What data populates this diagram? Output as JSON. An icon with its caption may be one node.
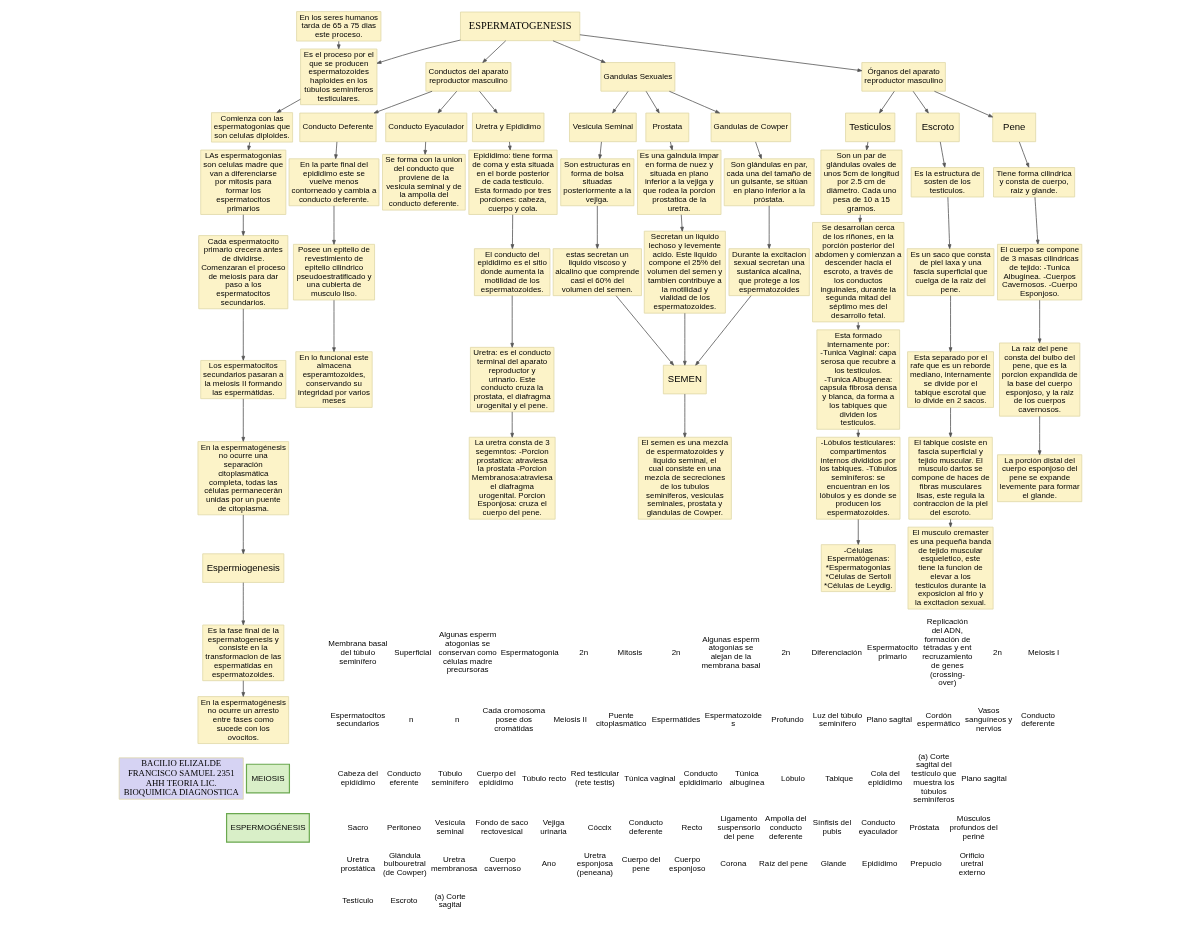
{
  "diagram": {
    "nodes": [
      {
        "text": [
          "ESPERMATOGENESIS"
        ]
      },
      {
        "text": [
          "Es el proceso por el que se producen espermatozoides haploides en los túbulos seminíferos testiculares."
        ]
      },
      {
        "text": [
          "En los seres humanos tarda de 65 a 75 dias este proceso."
        ]
      },
      {
        "text": [
          "Comienza con las espermatogonias que son celulas diploides."
        ]
      },
      {
        "text": [
          "LAs espermatogonias son celulas madre que van a diferenciarse por mitosis para formar los espermatocitos primarios"
        ]
      },
      {
        "text": [
          "Cada espermatocito primario crecera antes de dividirse. Comenzaran el proceso de meiosis para dar paso a los espermatocitos secundarios."
        ]
      },
      {
        "text": [
          "Los espermatocitos secundarios pasaran a la meiosis II formando las espermátidas."
        ]
      },
      {
        "text": [
          "En la espermatogénesis no ocurre una separación citoplasmática completa, todas las células permanecerán unidas por un puente de citoplasma."
        ]
      },
      {
        "text": [
          "Espermiogenesis"
        ]
      },
      {
        "text": [
          "Es la fase final de la espermatogenesis y consiste en la transformacion de las espermatidas en espermatozoides."
        ]
      },
      {
        "text": [
          "En la espermatogénesis no ocurre un arresto entre fases como sucede con los ovocitos."
        ]
      },
      {
        "text": [
          "Conductos del aparato reproductor masculino"
        ]
      },
      {
        "text": [
          "Conducto Deferente"
        ]
      },
      {
        "text": [
          "Conducto Eyaculador"
        ]
      },
      {
        "text": [
          "Uretra y Epididimo"
        ]
      },
      {
        "text": [
          "En la parte final del epididimo este se vuelve menos contorneado y cambia a conducto deferente."
        ]
      },
      {
        "text": [
          "Posee un epitelio de revestimiento de epitelio cilindrico pseudoestratificado y una cubierta de musculo liso."
        ]
      },
      {
        "text": [
          "En lo funcional este almacena esperamtozoides, conservando su integridad por varios meses"
        ]
      },
      {
        "text": [
          "Se forma con la union del conducto que proviene de la vesicula seminal y de la ampolla del conducto deferente."
        ]
      },
      {
        "text": [
          "Epididimo: tiene forma de coma y esta situada en el borde posterior de cada testiculo. Esta formado por tres porciones: cabeza, cuerpo y cola."
        ]
      },
      {
        "text": [
          "El conducto del epididimo es el sitio donde aumenta la motilidad de los espermatozoides."
        ]
      },
      {
        "text": [
          "Uretra: es el conducto terminal del aparato reproductor y urinario. Este conducto cruza la prostata, el diafragma urogenital y el pene."
        ]
      },
      {
        "text": [
          "La uretra consta de 3 segemntos: -Porcion prostatica: atraviesa la prostata -Porcion Membranosa:atraviesa el diafragma urogenital. Porcion Esponjosa: cruza el cuerpo del pene."
        ]
      },
      {
        "text": [
          "Gandulas Sexuales"
        ]
      },
      {
        "text": [
          "Vesicula Seminal"
        ]
      },
      {
        "text": [
          "Prostata"
        ]
      },
      {
        "text": [
          "Gandulas de Cowper"
        ]
      },
      {
        "text": [
          "Son estructuras en forma de bolsa situadas posteriormente a la vejiga."
        ]
      },
      {
        "text": [
          "estas secretan un liquido viscoso y alcalino que comprende casi el 60% del volumen del semen."
        ]
      },
      {
        "text": [
          "Es una galndula impar en forma de nuez y situada en plano inferior a la vejiga y que rodea la porcion prostatica de la uretra."
        ]
      },
      {
        "text": [
          "Secretan un liquido lechoso y levemente acido. Este liquido compone el 25% del volumen del semen y tambien contribuye a la motilidad y vialidad de los espermatozoides."
        ]
      },
      {
        "text": [
          "Son glándulas en par, cada una del tamaño de un guisante, se sitúan en plano inferior a la próstata."
        ]
      },
      {
        "text": [
          "Durante la excitacion sexual secretan una sustanica alcalina, que protege a los espermatozoides"
        ]
      },
      {
        "text": [
          "SEMEN"
        ]
      },
      {
        "text": [
          "El semen es una mezcla de espermatozoides y liquido seminal, el cual consiste en una mezcla de secreciones de los tubulos seminiferos, vesiculas seminales, prostata y glandulas de Cowper."
        ]
      },
      {
        "text": [
          "Órganos del aparato reproductor masculino"
        ]
      },
      {
        "text": [
          "Testiculos"
        ]
      },
      {
        "text": [
          "Escroto"
        ]
      },
      {
        "text": [
          "Pene"
        ]
      },
      {
        "text": [
          "Son un par de glándulas ovales de unos 5cm de longitud por 2.5 cm de diámetro. Cada uno pesa de 10 a 15 gramos."
        ]
      },
      {
        "text": [
          "Se desarrollan cerca de los riñones, en la porción posterior del abdomen y comienzan a descender hacia el escroto, a través de los conductos inguinales, durante la segunda mitad del séptimo mes del desarrollo fetal."
        ]
      },
      {
        "text": [
          "Esta formado internamente por:",
          "-Tunica Vaginal: capa serosa que recubre a los testiculos. -Tunica Albugenea: capsula fibrosa densa y blanca, da forma a los tabiques que dividen los testiculos."
        ]
      },
      {
        "text": [
          "-Lóbulos testiculares: compartimentos internos divididos por los tabiques. -Túbulos seminíferos: se encuentran en los lóbulos y es donde se producen los espermatozoides."
        ]
      },
      {
        "text": [
          "-Células Espermatógenas: *Espermatogonias *Células de Sertoli *Células de Leydig."
        ]
      },
      {
        "text": [
          "Es la estructura de sosten de los testiculos."
        ]
      },
      {
        "text": [
          "Es un saco que consta de piel laxa y una fascia superficial que cuelga de la raiz del pene."
        ]
      },
      {
        "text": [
          "Esta separado por el rafe que es un reborde mediano, internamente se divide por el tabique escrotal que lo divide en 2 sacos."
        ]
      },
      {
        "text": [
          "El tabique cosiste en fascia superficial y tejido muscular. El musculo dartos se compone de haces de fibras musculares lisas, este regula la contraccion de la piel del escroto."
        ]
      },
      {
        "text": [
          "El musculo cremaster es una pequeña banda de tejido muscular esqueletico, este tiene la funcion de elevar a los testiculos durante la exposicion al frio y la excitacion sexual."
        ]
      },
      {
        "text": [
          "Tiene forma cilindrica y consta de cuerpo, raiz y glande."
        ]
      },
      {
        "text": [
          "El cuerpo se compone de 3 masas cilindricas de tejido: -Tunica Albuginea. -Cuerpos Cavernosos. -Cuerpo Esponjoso."
        ]
      },
      {
        "text": [
          "La raiz del pene consta del bulbo del pene, que es la porcion expandida de la base del cuerpo esponjoso, y la raiz de los cuerpos cavernosos."
        ]
      },
      {
        "text": [
          "La porción distal del cuerpo esponjoso del pene se expande levemente para formar el glande."
        ]
      },
      {
        "text": [
          "BACILIO ELIZALDE FRANCISCO SAMUEL 2351 AHH TEORIA LIC. BIOQUIMICA DIAGNOSTICA"
        ]
      },
      {
        "text": [
          "MEIOSIS"
        ]
      },
      {
        "text": [
          "ESPERMOGÉNESIS"
        ]
      }
    ],
    "edges": [
      {
        "from": 0,
        "to": 1,
        "arrow": "to"
      },
      {
        "from": 2,
        "to": 1,
        "arrow": "to"
      },
      {
        "from": 1,
        "to": 3,
        "arrow": "to"
      },
      {
        "from": 3,
        "to": 4,
        "arrow": "to"
      },
      {
        "from": 4,
        "to": 5,
        "arrow": "to"
      },
      {
        "from": 5,
        "to": 6,
        "arrow": "to"
      },
      {
        "from": 6,
        "to": 7,
        "arrow": "to"
      },
      {
        "from": 7,
        "to": 8,
        "arrow": "to"
      },
      {
        "from": 8,
        "to": 9,
        "arrow": "to"
      },
      {
        "from": 9,
        "to": 10,
        "arrow": "to"
      },
      {
        "from": 0,
        "to": 11,
        "arrow": "to"
      },
      {
        "from": 0,
        "to": 23,
        "arrow": "to"
      },
      {
        "from": 0,
        "to": 35,
        "arrow": "to"
      },
      {
        "from": 11,
        "to": 12,
        "arrow": "to"
      },
      {
        "from": 11,
        "to": 13,
        "arrow": "to"
      },
      {
        "from": 11,
        "to": 14,
        "arrow": "to"
      },
      {
        "from": 12,
        "to": 15,
        "arrow": "to"
      },
      {
        "from": 15,
        "to": 16,
        "arrow": "to"
      },
      {
        "from": 16,
        "to": 17,
        "arrow": "to"
      },
      {
        "from": 13,
        "to": 18,
        "arrow": "to"
      },
      {
        "from": 14,
        "to": 19,
        "arrow": "to"
      },
      {
        "from": 19,
        "to": 20,
        "arrow": "to"
      },
      {
        "from": 20,
        "to": 21,
        "arrow": "to"
      },
      {
        "from": 21,
        "to": 22,
        "arrow": "to"
      },
      {
        "from": 23,
        "to": 24,
        "arrow": "to"
      },
      {
        "from": 23,
        "to": 25,
        "arrow": "to"
      },
      {
        "from": 23,
        "to": 26,
        "arrow": "to"
      },
      {
        "from": 24,
        "to": 27,
        "arrow": "to"
      },
      {
        "from": 27,
        "to": 28,
        "arrow": "to"
      },
      {
        "from": 25,
        "to": 29,
        "arrow": "to"
      },
      {
        "from": 29,
        "to": 30,
        "arrow": "to"
      },
      {
        "from": 26,
        "to": 31,
        "arrow": "to"
      },
      {
        "from": 31,
        "to": 32,
        "arrow": "to"
      },
      {
        "from": 28,
        "to": 33,
        "arrow": "to"
      },
      {
        "from": 30,
        "to": 33,
        "arrow": "to"
      },
      {
        "from": 32,
        "to": 33,
        "arrow": "to"
      },
      {
        "from": 33,
        "to": 34,
        "arrow": "to"
      },
      {
        "from": 35,
        "to": 36,
        "arrow": "to"
      },
      {
        "from": 35,
        "to": 37,
        "arrow": "to"
      },
      {
        "from": 35,
        "to": 38,
        "arrow": "to"
      },
      {
        "from": 36,
        "to": 39,
        "arrow": "to"
      },
      {
        "from": 39,
        "to": 40,
        "arrow": "to"
      },
      {
        "from": 40,
        "to": 41,
        "arrow": "to"
      },
      {
        "from": 41,
        "to": 42,
        "arrow": "to"
      },
      {
        "from": 42,
        "to": 43,
        "arrow": "to"
      },
      {
        "from": 37,
        "to": 44,
        "arrow": "to"
      },
      {
        "from": 44,
        "to": 45,
        "arrow": "to"
      },
      {
        "from": 45,
        "to": 46,
        "arrow": "to"
      },
      {
        "from": 46,
        "to": 47,
        "arrow": "to"
      },
      {
        "from": 47,
        "to": 48,
        "arrow": "to"
      },
      {
        "from": 38,
        "to": 49,
        "arrow": "to"
      },
      {
        "from": 49,
        "to": 50,
        "arrow": "to"
      },
      {
        "from": 50,
        "to": 51,
        "arrow": "to"
      },
      {
        "from": 51,
        "to": 52,
        "arrow": "to"
      }
    ],
    "labels": [
      "Membrana basal del túbulo seminífero",
      "Superficial",
      "Algunas espermatogonias se conservan como células madre precursoras",
      "Espermatogonia",
      "2n",
      "Mitosis",
      "2n",
      "Algunas espermatogonias se alejan de la membrana basal",
      "2n",
      "Diferenciación",
      "Espermatocito primario",
      "Replicación del ADN, formación de tétradas y entrecruzamiento de genes (crossing-over)",
      "2n",
      "Meiosis I",
      "Espermatocitos secundarios",
      "n",
      "n",
      "Cada cromosoma posee dos cromátidas",
      "Meiosis II",
      "Puente citoplasmático",
      "Espermátides",
      "Espermatozoides",
      "Profundo",
      "Luz del túbulo seminífero",
      "Plano sagital",
      "Cordón espermático",
      "Vasos sanguíneos y nervios",
      "Conducto deferente",
      "Cabeza del epidídimo",
      "Conducto eferente",
      "Túbulo seminífero",
      "Cuerpo del epidídimo",
      "Túbulo recto",
      "Red testicular (rete testis)",
      "Túnica vaginal",
      "Conducto epididimario",
      "Túnica albugínea",
      "Lóbulo",
      "Tabique",
      "Cola del epidídimo",
      "(a) Corte sagital del testículo que muestra los túbulos seminíferos",
      "Plano sagital",
      "Sacro",
      "Peritoneo",
      "Vesícula seminal",
      "Fondo de saco rectovesical",
      "Vejiga urinaria",
      "Cóccix",
      "Conducto deferente",
      "Recto",
      "Ligamento suspensorio del pene",
      "Ampolla del conducto deferente",
      "Sínfisis del pubis",
      "Conducto eyaculador",
      "Próstata",
      "Músculos profundos del periné",
      "Uretra prostática",
      "Glándula bulbouretral (de Cowper)",
      "Uretra membranosa",
      "Cuerpo cavernoso",
      "Ano",
      "Uretra esponjosa (peneana)",
      "Cuerpo del pene",
      "Cuerpo esponjoso",
      "Corona",
      "Raíz del pene",
      "Glande",
      "Epidídimo",
      "Prepucio",
      "Orificio uretral externo",
      "Testículo",
      "Escroto",
      "(a) Corte sagital"
    ]
  }
}
